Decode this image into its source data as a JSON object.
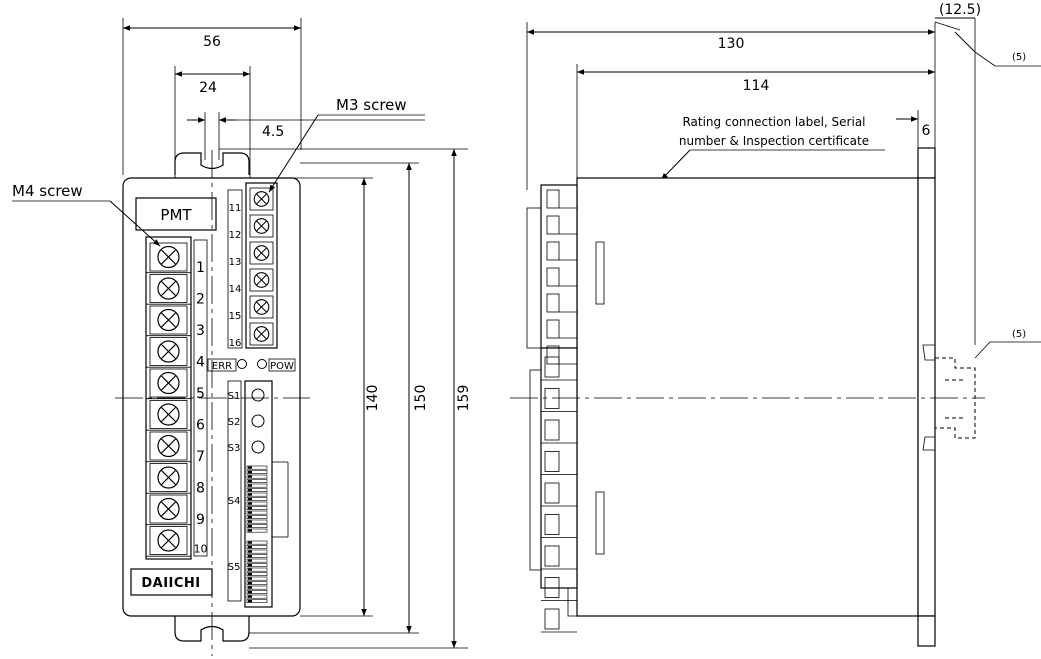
{
  "front": {
    "pmt_label": "PMT",
    "logo": "DAIICHI",
    "m4_label": "M4 screw",
    "m3_label": "M3 screw",
    "dims": {
      "width": "56",
      "terminal_pitch": "24",
      "small_gap": "4.5",
      "h140": "140",
      "h150": "150",
      "h159": "159"
    },
    "left_terminals": [
      "1",
      "2",
      "3",
      "4",
      "5",
      "6",
      "7",
      "8",
      "9",
      "10"
    ],
    "right_terminals": [
      "11",
      "12",
      "13",
      "14",
      "15",
      "16"
    ],
    "err_label": "ERR",
    "pow_label": "POW",
    "switches": [
      "S1",
      "S2",
      "S3"
    ],
    "s4_label": "S4",
    "s5_label": "S5"
  },
  "side": {
    "dims": {
      "depth": "130",
      "inner": "114",
      "rail": "(12.5)",
      "d6": "6",
      "five_top": "(5)",
      "five_mid": "(5)"
    },
    "label_line1": "Rating connection label, Serial",
    "label_line2": "number & Inspection certificate"
  },
  "icons": [
    "terminal-screw-icon",
    "led-indicator-icon",
    "arrow-head-icon"
  ]
}
